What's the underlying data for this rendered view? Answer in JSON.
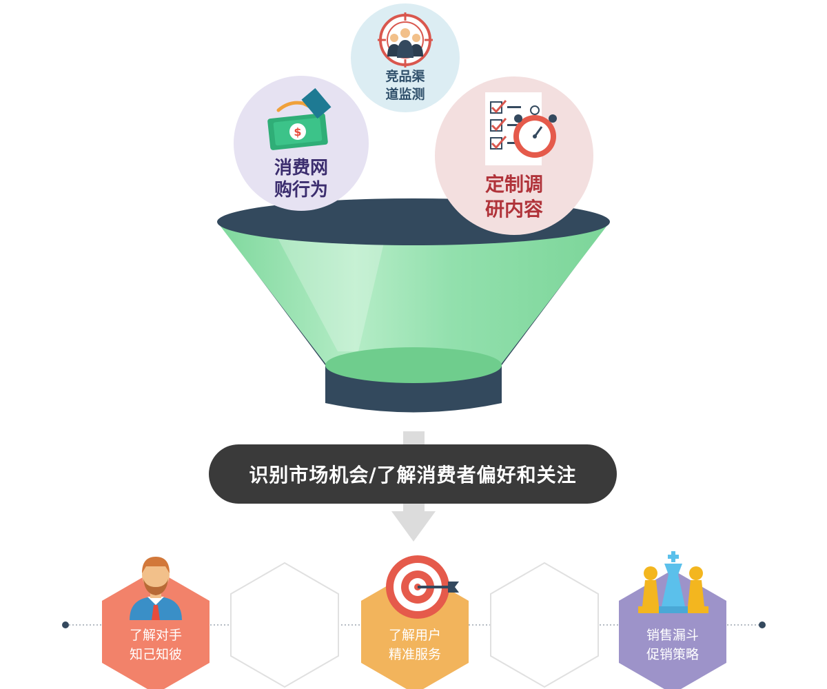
{
  "circles": {
    "competitor": {
      "line1": "竞品渠",
      "line2": "道监测",
      "bg": "#dcedf3",
      "color": "#2f4f6a"
    },
    "consumer": {
      "line1": "消费网",
      "line2": "购行为",
      "bg": "#e6e2f2",
      "color": "#3b2d6e"
    },
    "custom": {
      "line1": "定制调",
      "line2": "研内容",
      "bg": "#f3dfdf",
      "color": "#b0333a"
    }
  },
  "banner": {
    "text": "识别市场机会/了解消费者偏好和关注"
  },
  "hexagons": [
    {
      "line1": "了解对手",
      "line2": "知己知彼",
      "color": "#f2826a"
    },
    {
      "line1": "了解用户",
      "line2": "精准服务",
      "color": "#f2b45c"
    },
    {
      "line1": "销售漏斗",
      "line2": "促销策略",
      "color": "#9d93c9"
    }
  ],
  "colors": {
    "funnel": "#8ddfaa",
    "funnel_rim": "#33495d",
    "banner": "#3a3a3a",
    "arrow": "#dcdcdc"
  }
}
